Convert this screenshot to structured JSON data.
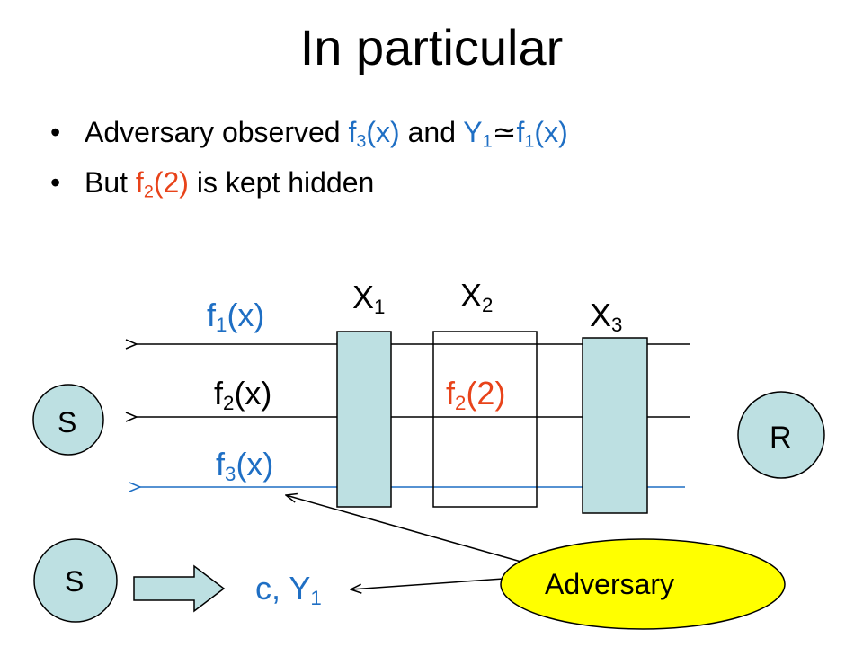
{
  "slide": {
    "title": "In particular",
    "bullets": [
      {
        "pre": "Adversary observed ",
        "fn1": "f",
        "fn1_sub": "3",
        "fn1_arg": "(x)",
        "mid": " and ",
        "y": "Y",
        "y_sub": "1",
        "approx": "≃",
        "fn2": "f",
        "fn2_sub": "1",
        "fn2_arg": "(x)"
      },
      {
        "pre": "But ",
        "fn": "f",
        "fn_sub": "2",
        "fn_arg": "(2)",
        "post": " is kept hidden"
      }
    ]
  },
  "diagram": {
    "channels": [
      {
        "label": "X",
        "sub": "1"
      },
      {
        "label": "X",
        "sub": "2"
      },
      {
        "label": "X",
        "sub": "3"
      }
    ],
    "wire_labels": [
      {
        "base": "f",
        "sub": "1",
        "arg": "(x)"
      },
      {
        "base": "f",
        "sub": "2",
        "arg": "(x)"
      },
      {
        "base": "f",
        "sub": "3",
        "arg": "(x)"
      }
    ],
    "hidden_value": {
      "base": "f",
      "sub": "2",
      "arg": "(2)"
    },
    "sender_label": "S",
    "receiver_label": "R",
    "sender2_label": "S",
    "output": {
      "base": "c, Y",
      "sub": "1"
    },
    "adversary_label": "Adversary"
  },
  "colors": {
    "blue": "#1f6fc4",
    "red": "#e8431a",
    "box_fill": "#bde0e2",
    "adversary_fill": "#ffff00",
    "node_fill": "#bde0e2"
  }
}
